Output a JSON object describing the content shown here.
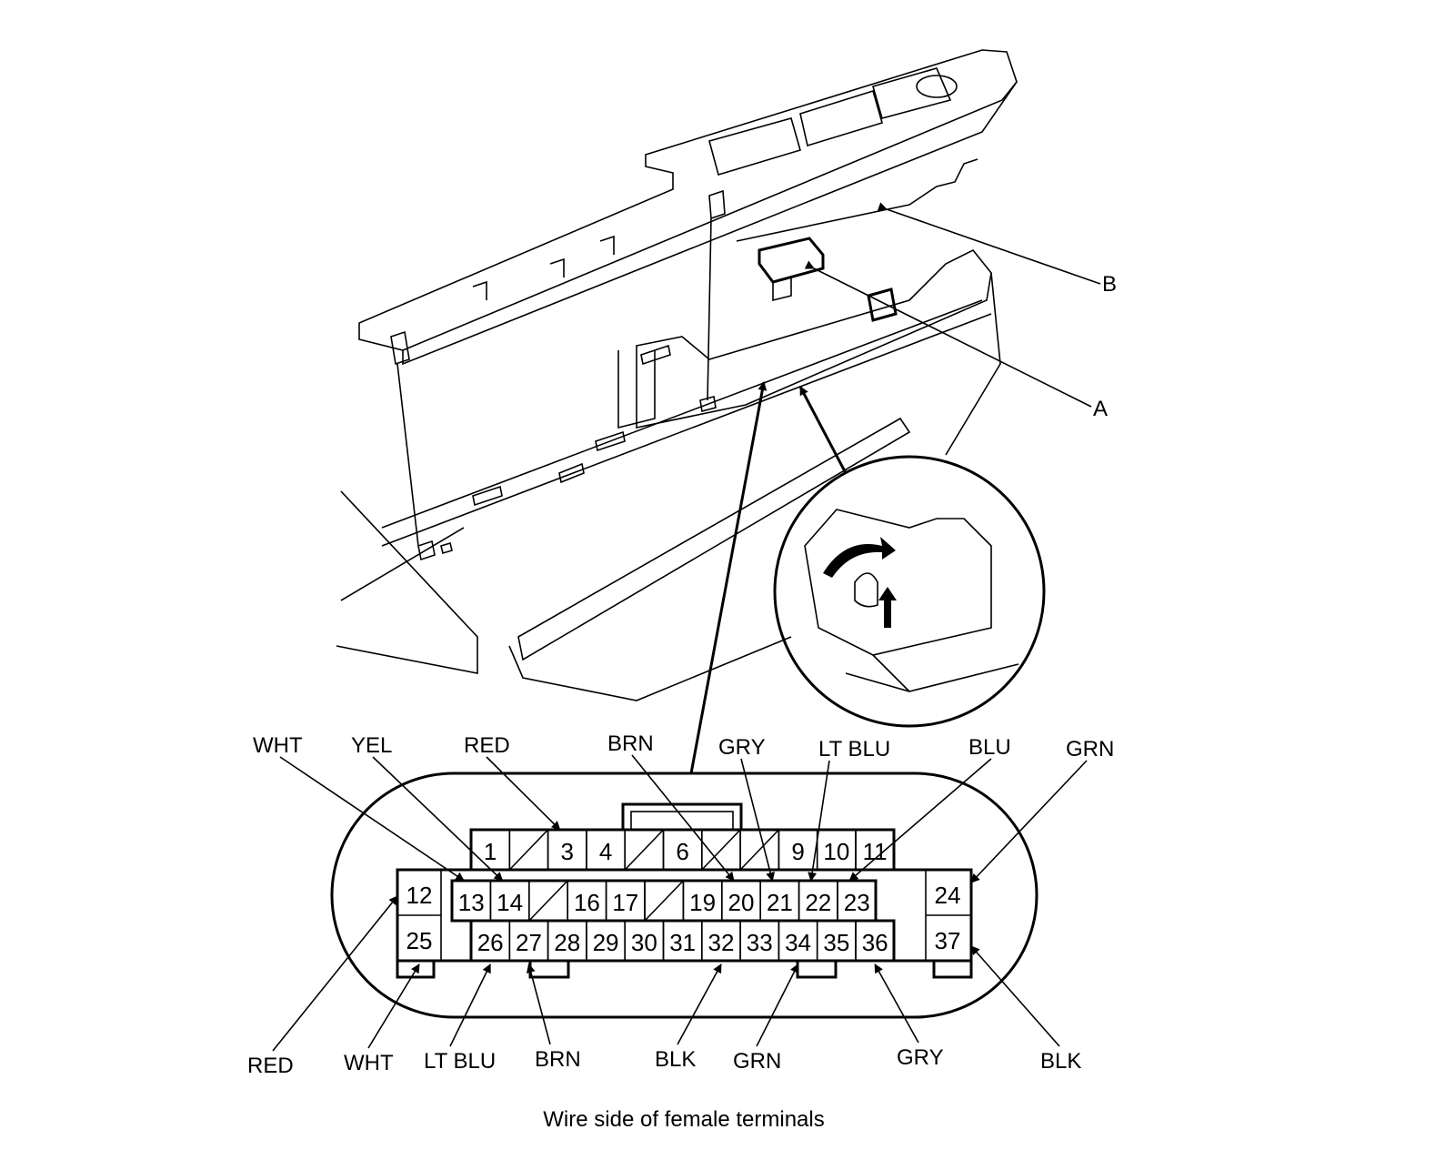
{
  "diagram": {
    "callouts": [
      {
        "id": "A",
        "text": "A"
      },
      {
        "id": "B",
        "text": "B"
      }
    ],
    "caption": "Wire side of female terminals",
    "connector": {
      "row1": [
        "1",
        "",
        "3",
        "4",
        "",
        "6",
        "",
        "",
        "9",
        "10",
        "11"
      ],
      "row2": [
        "13",
        "14",
        "",
        "16",
        "17",
        "",
        "19",
        "20",
        "21",
        "22",
        "23"
      ],
      "row3": [
        "26",
        "27",
        "28",
        "29",
        "30",
        "31",
        "32",
        "33",
        "34",
        "35",
        "36"
      ],
      "left": [
        "12",
        "25"
      ],
      "right": [
        "24",
        "37"
      ]
    },
    "top_labels": [
      {
        "text": "WHT",
        "pin": "13"
      },
      {
        "text": "YEL",
        "pin": "14"
      },
      {
        "text": "RED",
        "pin": "3"
      },
      {
        "text": "BRN",
        "pin": "20"
      },
      {
        "text": "GRY",
        "pin": "21"
      },
      {
        "text": "LT BLU",
        "pin": "22"
      },
      {
        "text": "BLU",
        "pin": "23"
      },
      {
        "text": "GRN",
        "pin": "24"
      }
    ],
    "bottom_labels": [
      {
        "text": "RED",
        "pin": "12"
      },
      {
        "text": "WHT",
        "pin": "25"
      },
      {
        "text": "LT BLU",
        "pin": "26"
      },
      {
        "text": "BRN",
        "pin": "27"
      },
      {
        "text": "BLK",
        "pin": "32"
      },
      {
        "text": "GRN",
        "pin": "34"
      },
      {
        "text": "GRY",
        "pin": "36"
      },
      {
        "text": "BLK",
        "pin": "37"
      }
    ]
  }
}
